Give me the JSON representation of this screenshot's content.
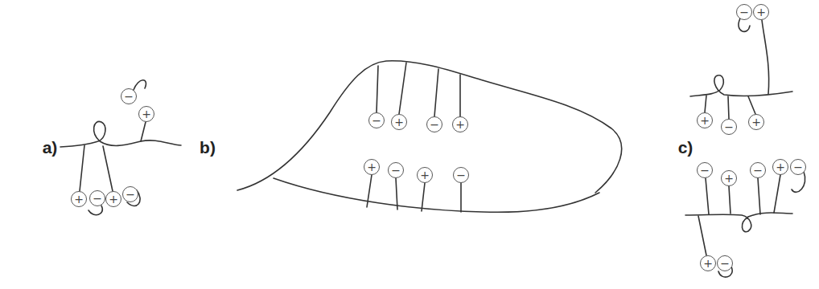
{
  "diagram": {
    "nodes": [
      {
        "text": [
          "−"
        ]
      },
      {
        "text": [
          "+"
        ]
      },
      {
        "text": [
          "+"
        ]
      },
      {
        "text": [
          "−"
        ]
      },
      {
        "text": [
          "+"
        ]
      },
      {
        "text": [
          "−"
        ]
      },
      {
        "text": [
          "−"
        ]
      },
      {
        "text": [
          "+"
        ]
      },
      {
        "text": [
          "−"
        ]
      },
      {
        "text": [
          "+"
        ]
      },
      {
        "text": [
          "+"
        ]
      },
      {
        "text": [
          "−"
        ]
      },
      {
        "text": [
          "+"
        ]
      },
      {
        "text": [
          "−"
        ]
      },
      {
        "text": [
          "−"
        ]
      },
      {
        "text": [
          "+"
        ]
      },
      {
        "text": [
          "+"
        ]
      },
      {
        "text": [
          "−"
        ]
      },
      {
        "text": [
          "+"
        ]
      },
      {
        "text": [
          "−"
        ]
      },
      {
        "text": [
          "+"
        ]
      },
      {
        "text": [
          "−"
        ]
      },
      {
        "text": [
          "+"
        ]
      },
      {
        "text": [
          "−"
        ]
      },
      {
        "text": [
          "+"
        ]
      },
      {
        "text": [
          "−"
        ]
      }
    ],
    "labels": [
      "a)",
      "b)",
      "c)"
    ]
  }
}
